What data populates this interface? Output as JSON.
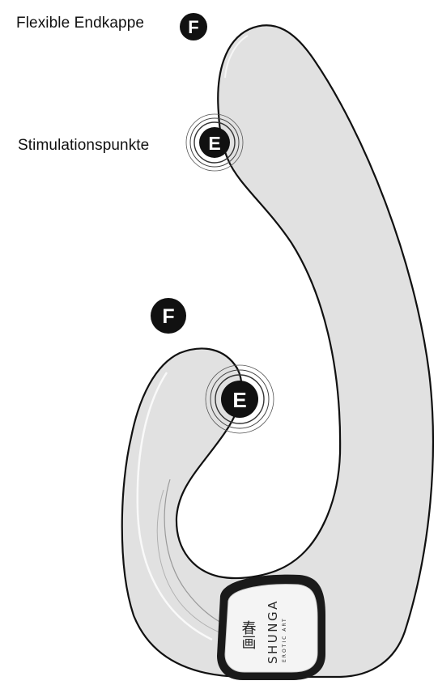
{
  "labels": {
    "endcap": "Flexible Endkappe",
    "stimulation": "Stimulationspunkte"
  },
  "markers": {
    "endcap_letter": "F",
    "stimulation_letter": "E"
  },
  "logo": {
    "brand": "SHUNGA",
    "tagline": "EROTIC ART",
    "kanji": "春画"
  },
  "colors": {
    "body_fill": "#e1e1e1",
    "outline": "#111111",
    "badge": "#111111",
    "panel": "#f4f4f4"
  }
}
